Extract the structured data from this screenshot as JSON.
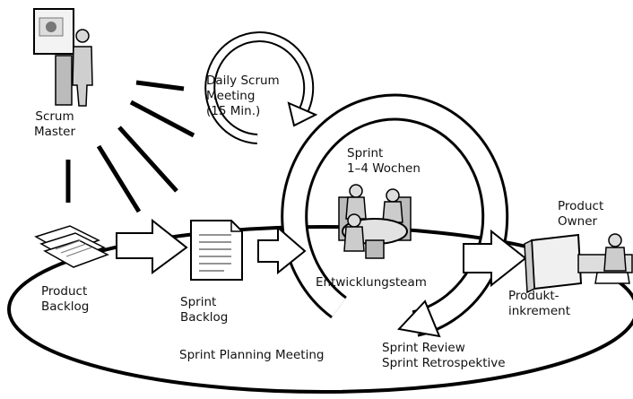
{
  "labels": {
    "scrum_master": "Scrum\nMaster",
    "daily_scrum": "Daily Scrum\nMeeting\n(15 Min.)",
    "sprint": "Sprint\n1–4 Wochen",
    "product_owner": "Product\nOwner",
    "product_backlog": "Product\nBacklog",
    "sprint_backlog": "Sprint\nBacklog",
    "entwicklungsteam": "Entwicklungsteam",
    "produktinkrement": "Produkt-\ninkrement",
    "sprint_planning": "Sprint Planning Meeting",
    "sprint_review": "Sprint Review\nSprint Retrospektive"
  },
  "icons": [
    "presenter-icon",
    "papers-stack-icon",
    "document-icon",
    "team-table-icon",
    "product-owner-icon"
  ],
  "colors": {
    "stroke": "#000000",
    "fill_light": "#e8e8e8",
    "fill_mid": "#bdbdbd"
  }
}
